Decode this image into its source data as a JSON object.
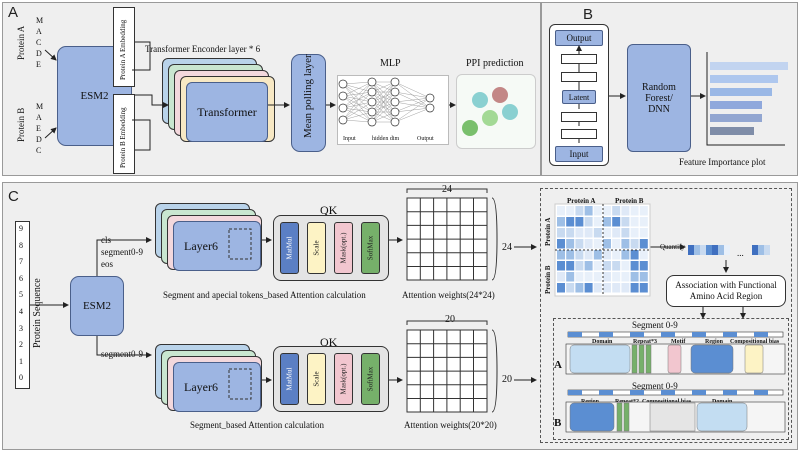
{
  "panels": {
    "a": "A",
    "b": "B",
    "c": "C"
  },
  "panel_a": {
    "protein_a_label": "Protein A",
    "protein_b_label": "Protein B",
    "seq_a": [
      "M",
      "A",
      "C",
      "D",
      "E"
    ],
    "seq_b": [
      "M",
      "A",
      "E",
      "D",
      "C"
    ],
    "esm2": "ESM2",
    "emb_a": "Protein A Embedding",
    "emb_b": "Protein B Embedding",
    "encoder": "Transformer Enconder layer * 6",
    "transformer": "Transformer",
    "pooling": "Mean polling layer",
    "mlp": "MLP",
    "mlp_input": "Input",
    "mlp_hidden": "hidden dim",
    "mlp_output": "Output",
    "ppi": "PPI prediction"
  },
  "panel_b": {
    "output": "Output",
    "latent": "Latent",
    "input": "Input",
    "rf": "Random Forest/ DNN",
    "fip": "Feature Importance plot",
    "bars": [
      0.78,
      0.68,
      0.62,
      0.52,
      0.52,
      0.44
    ]
  },
  "panel_c": {
    "protein_sequence": "Protein Sequence",
    "ruler": [
      "9",
      "8",
      "7",
      "6",
      "5",
      "4",
      "3",
      "2",
      "1",
      "0"
    ],
    "esm2": "ESM2",
    "tokens_top": [
      "cls",
      "segment0-9",
      "eos"
    ],
    "tokens_bottom": "segment0-9",
    "layer": "Layer6",
    "qk": "QK",
    "ops": [
      "MatMul",
      "Scale",
      "Mask(opt.)",
      "SoftMax"
    ],
    "caption_top": "Segment and apecial tokens_based Attention calculation",
    "caption_bottom": "Segment_based Attention calculation",
    "dim_top": "24",
    "dim_bottom": "20",
    "aw_top": "Attention weights(24*24)",
    "aw_bottom": "Attention weights(20*20)",
    "heat_protein_a": "Protein  A",
    "heat_protein_b": "Protein  B",
    "heat_side_a": "Protein  A",
    "heat_side_b": "Protein  B",
    "quantify": "Quantify",
    "ellipsis": "...",
    "assoc": "Association with Functional Amino Acid Region",
    "seg_title": "Segment 0-9",
    "row_a_label": "A",
    "row_b_label": "B",
    "row_a_tags": [
      "Domain",
      "Repeat*3",
      "Motif",
      "Region",
      "Compositional bias"
    ],
    "row_b_tags": [
      "Region",
      "Repeat*2",
      "Compositional bias",
      "Domain"
    ]
  },
  "colors": {
    "accent_blue": "#9db5e2",
    "matmul": "#5b7fc4",
    "scale": "#fdf3c5",
    "mask": "#f2c6cf",
    "softmax": "#76b06a",
    "panel_bg": "#efefef"
  }
}
